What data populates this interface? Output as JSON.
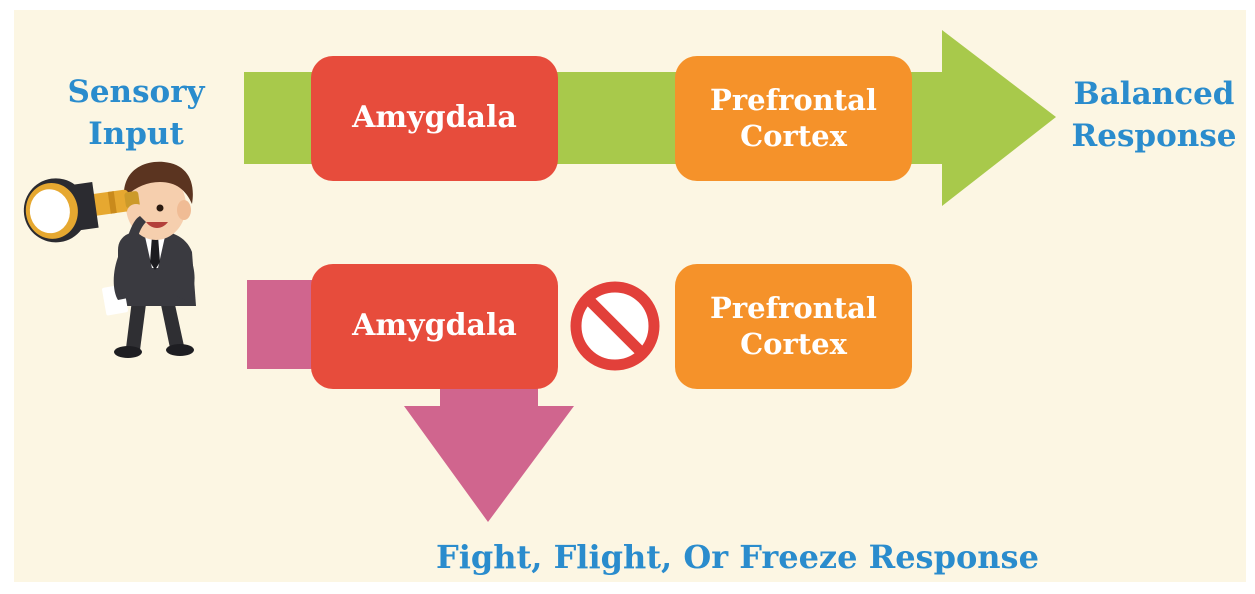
{
  "labels": {
    "input": "Sensory\nInput",
    "output_top": "Balanced\nResponse",
    "output_bottom": "Fight, Flight, Or Freeze Response"
  },
  "pathways": {
    "balanced": {
      "first_node": "Amygdala",
      "second_node": "Prefrontal\nCortex"
    },
    "threat": {
      "first_node": "Amygdala",
      "second_node": "Prefrontal\nCortex",
      "blocked_icon": "prohibited-icon"
    }
  },
  "colors": {
    "background": "#fcf6e3",
    "label_blue": "#2a8ccd",
    "amygdala_red": "#e74c3c",
    "prefrontal_orange": "#f5922a",
    "balanced_arrow_green": "#a8c94b",
    "threat_arrow_pink": "#d0658e",
    "prohibited_red": "#e2403a"
  },
  "illustration": {
    "icon": "businessman-with-telescope-icon"
  }
}
